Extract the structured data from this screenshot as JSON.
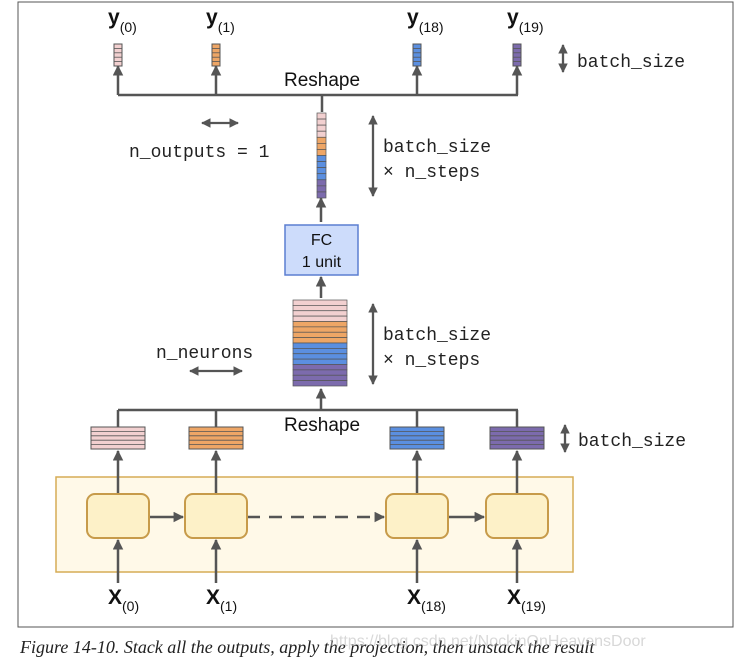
{
  "colors": {
    "pink": "#f2d0d0",
    "orange": "#eea666",
    "blue": "#5b8fe0",
    "purple": "#7c6bad",
    "cell_fill": "#fdf1c8",
    "cell_stroke": "#c79b4a",
    "band_fill": "#fff9e8",
    "band_stroke": "#d6ac55",
    "fc_fill": "#cddcfb",
    "fc_stroke": "#5b7ed1",
    "arrow": "#555555"
  },
  "outputs": [
    {
      "var": "y",
      "sub": "(0)",
      "color": "pink"
    },
    {
      "var": "y",
      "sub": "(1)",
      "color": "orange"
    },
    {
      "var": "y",
      "sub": "(18)",
      "color": "blue"
    },
    {
      "var": "y",
      "sub": "(19)",
      "color": "purple"
    }
  ],
  "inputs": [
    {
      "var": "X",
      "sub": "(0)",
      "color": "pink"
    },
    {
      "var": "X",
      "sub": "(1)",
      "color": "orange"
    },
    {
      "var": "X",
      "sub": "(18)",
      "color": "blue"
    },
    {
      "var": "X",
      "sub": "(19)",
      "color": "purple"
    }
  ],
  "labels": {
    "reshape_top": "Reshape",
    "reshape_bottom": "Reshape",
    "batch_size_top": "batch_size",
    "batch_size_bottom": "batch_size",
    "n_outputs": "n_outputs = 1",
    "stack_top_line1": "batch_size",
    "stack_top_line2": "× n_steps",
    "stack_mid_line1": "batch_size",
    "stack_mid_line2": "× n_steps",
    "n_neurons": "n_neurons",
    "fc_line1": "FC",
    "fc_line2": "1 unit"
  },
  "caption": "Figure 14-10. Stack all the outputs, apply the projection, then unstack the result",
  "watermark": "https://blog.csdn.net/NockinOnHeavensDoor"
}
